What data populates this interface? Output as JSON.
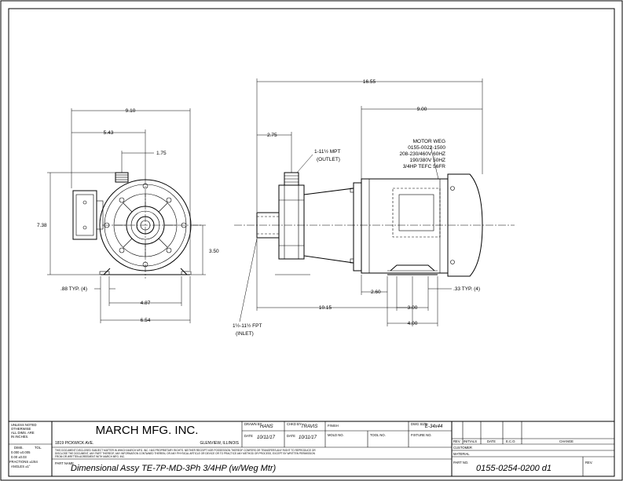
{
  "dimensions": {
    "overall_length": "16.55",
    "pump_width": "9.10",
    "suction_offset": "5.43",
    "discharge_offset": "1.75",
    "overall_height": "7.38",
    "shaft_height": "3.50",
    "foot_hole": ".88 TYP. (4)",
    "foot_spacing_front": "4.87",
    "base_width": "6.54",
    "motor_length": "9.00",
    "outlet_offset": "2.75",
    "outlet_thread": "1-11½ MPT",
    "outlet_label": "(OUTLET)",
    "inlet_thread": "1½-11½ FPT",
    "inlet_label": "(INLET)",
    "inlet_to_foot": "10.15",
    "foot_offset": "2.60",
    "motor_foot_spacing": "3.00",
    "motor_base_width": "4.00",
    "motor_foot_hole": ".33 TYP. (4)"
  },
  "motor_note": [
    "MOTOR WEG",
    "0155-0022-1500",
    "208-230/460V 60HZ",
    "190/380V 50HZ",
    "3/4HP TEFC 56FR"
  ],
  "title_block": {
    "tolerance_note": [
      "UNLESS NOTED",
      "OTHERWISE",
      "ALL DIMS. ARE",
      "IN INCHES."
    ],
    "tol_header": [
      "DIMS.",
      "TOL."
    ],
    "tol_rows": [
      "0.000   ±0.005",
      "0.00   ±0.03",
      "FRACTIONS ±1/64",
      "ANGLES  ±1°"
    ],
    "company": "MARCH MFG. INC.",
    "address": "1819 PICKWICK AVE.",
    "city": "GLENVIEW, ILLINOIS",
    "disclaimer": [
      "THIS DOCUMENT DISCLOSED SUBJECT MATTER IN WHICH MARCH MFG. INC. HAS PROPRIETARY RIGHTS. NEITHER RECEIPT NOR POSSESSION THEREOF CONFERS OR TRANSFERS ANY RIGHT TO REPRODUCE OR",
      "DISCLOSE THE DOCUMENT, ANY PART THEREOF, ANY INFORMATION CONTAINED THEREIN, OR ANY PHYSICAL ARTICLE OR DEVICE OR TO PRACTICE ANY METHOD OR PROCESS, EXCEPT BY WRITTEN PERMISSION",
      "FROM OR WRITTEN AGREEMENT WITH MARCH MFG. INC."
    ],
    "drawn_by_label": "DRAWN BY",
    "drawn_by": "HANS",
    "chkd_by_label": "CHKD BY",
    "chkd_by": "TRAVIS",
    "finish_label": "FINISH",
    "dwg_size_label": "DWG SIZE",
    "dwg_size": "E-34x44",
    "date_label": "DATE",
    "drawn_date": "10/11/17",
    "chkd_date": "10/11/17",
    "mold_label": "MOLD NO.",
    "tool_label": "TOOL NO.",
    "fixture_label": "FIXTURE NO.",
    "part_name_label": "PART NAME",
    "part_name": "Dimensional Assy TE-7P-MD-3Ph 3/4HP (w/Weg Mtr)",
    "rev_headers": [
      "REV.",
      "INITIALS",
      "DATE",
      "E.C.O.",
      "CHANGE"
    ],
    "customer_label": "CUSTOMER",
    "material_label": "MATERIAL",
    "part_no_label": "PART NO.",
    "part_no": "0155-0254-0200 d1",
    "rev_label": "REV."
  }
}
